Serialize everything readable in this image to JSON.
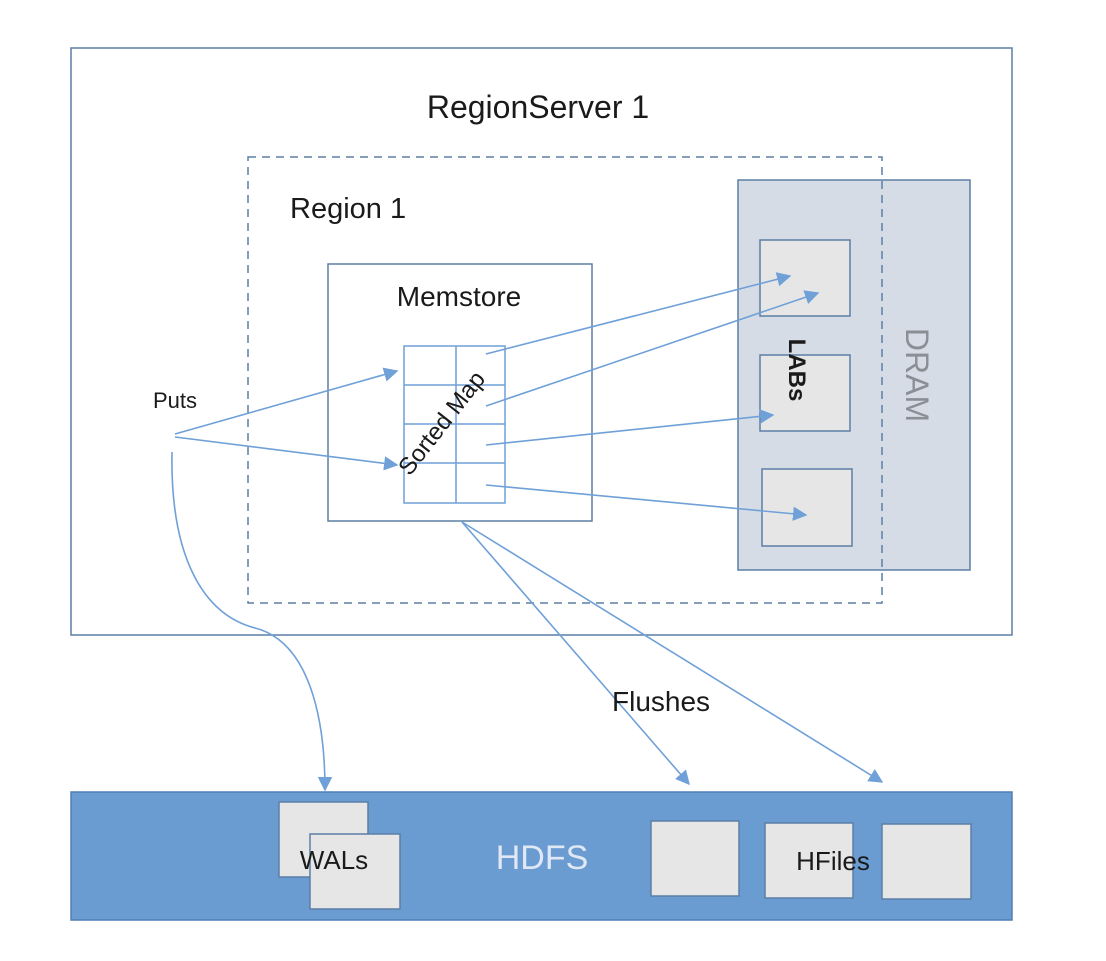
{
  "labels": {
    "region_server": "RegionServer  1",
    "region": "Region 1",
    "memstore": "Memstore",
    "sorted_map": "Sorted Map",
    "labs": "LABs",
    "dram": "DRAM",
    "puts": "Puts",
    "flushes": "Flushes",
    "hdfs": "HDFS",
    "wals": "WALs",
    "hfiles": "HFiles"
  },
  "colors": {
    "arrow": "#6fa0d8",
    "border": "#5b7fa6",
    "dram_fill": "#d6dce5",
    "box_fill": "#e7e6e6",
    "hdfs_fill": "#6a9bd1",
    "hdfs_text": "#dfe8f4",
    "text": "#1a1a1a"
  }
}
